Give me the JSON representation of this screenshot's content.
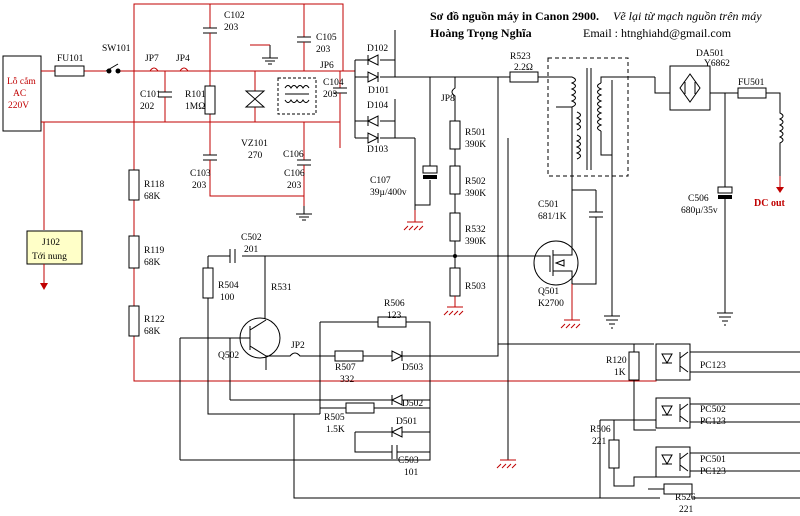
{
  "header": {
    "title": "Sơ đồ nguồn máy in Canon 2900.",
    "subtitle": "Vẽ lại từ mạch nguồn trên máy",
    "author": "Hoàng Trọng Nghĩa",
    "email": "Email : htnghiahd@gmail.com"
  },
  "labels": {
    "plug": [
      "Lỗ cắm",
      "AC",
      "220V"
    ],
    "heater": [
      "J102",
      "Tới nung"
    ],
    "dc_out": "DC out",
    "fu101": "FU101",
    "sw101": "SW101",
    "jp7": "JP7",
    "jp4": "JP4",
    "jp6": "JP6",
    "jp8": "JP8",
    "jp2": "JP2",
    "c102": [
      "C102",
      "203"
    ],
    "c105": [
      "C105",
      "203"
    ],
    "c101": [
      "C101",
      "202"
    ],
    "r101": [
      "R101",
      "1MΩ"
    ],
    "c104": [
      "C104",
      "203"
    ],
    "vz101": [
      "VZ101",
      "270"
    ],
    "c103": [
      "C103",
      "203"
    ],
    "c106a": "C106",
    "c106b": [
      "C106",
      "203"
    ],
    "d102": "D102",
    "d101": "D101",
    "d104": "D104",
    "d103": "D103",
    "r523": [
      "R523",
      "2.2Ω"
    ],
    "da501": [
      "DA501",
      "Y6862"
    ],
    "fu501": "FU501",
    "r501": [
      "R501",
      "390K"
    ],
    "r502": [
      "R502",
      "390K"
    ],
    "r532": [
      "R532",
      "390K"
    ],
    "r503": "R503",
    "c107": [
      "C107",
      "39µ/400v"
    ],
    "c501": [
      "C501",
      "681/1K"
    ],
    "c506": [
      "C506",
      "680µ/35v"
    ],
    "q501": [
      "Q501",
      "K2700"
    ],
    "r118": [
      "R118",
      "68K"
    ],
    "r119": [
      "R119",
      "68K"
    ],
    "r122": [
      "R122",
      "68K"
    ],
    "c502": [
      "C502",
      "201"
    ],
    "r504": [
      "R504",
      "100"
    ],
    "r531": "R531",
    "q502": "Q502",
    "r506a": [
      "R506",
      "123"
    ],
    "r507": [
      "R507",
      "332"
    ],
    "d503": "D503",
    "d502": "D502",
    "r505": [
      "R505",
      "1.5K"
    ],
    "d501": "D501",
    "c503": [
      "C503",
      "101"
    ],
    "r120": [
      "R120",
      "1K"
    ],
    "pc123a": "PC123",
    "pc502": [
      "PC502",
      "PC123"
    ],
    "pc501": [
      "PC501",
      "PC123"
    ],
    "r506b": [
      "R506",
      "221"
    ],
    "r526": [
      "R526",
      "221"
    ]
  }
}
